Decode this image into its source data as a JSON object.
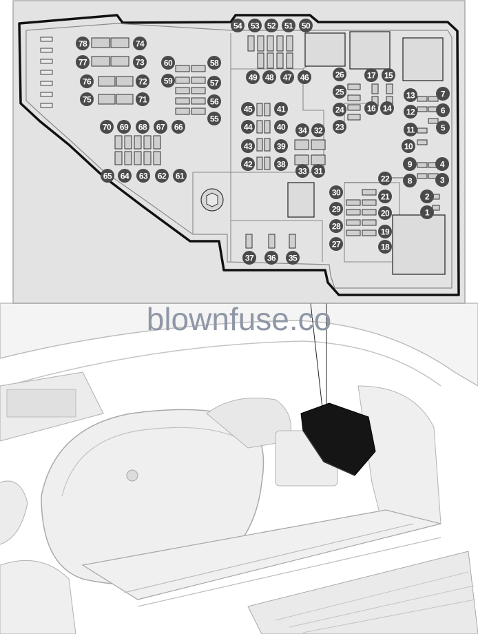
{
  "watermark": "blownfuse.co",
  "colors": {
    "panel_bg": "#e3e3e3",
    "badge_fill": "#4a4a4a",
    "outline": "#111111",
    "fuse_fill": "#c9c9c9",
    "engine_bg": "#f2f2f2",
    "fuse_box_cover": "#141414"
  },
  "fuse_numbers": [
    "1",
    "2",
    "3",
    "4",
    "5",
    "6",
    "7",
    "8",
    "9",
    "10",
    "11",
    "12",
    "13",
    "14",
    "15",
    "16",
    "17",
    "18",
    "19",
    "20",
    "21",
    "22",
    "23",
    "24",
    "25",
    "26",
    "27",
    "28",
    "29",
    "30",
    "31",
    "32",
    "33",
    "34",
    "35",
    "36",
    "37",
    "38",
    "39",
    "40",
    "41",
    "42",
    "43",
    "44",
    "45",
    "46",
    "47",
    "48",
    "49",
    "50",
    "51",
    "52",
    "53",
    "54",
    "55",
    "56",
    "57",
    "58",
    "59",
    "60",
    "61",
    "62",
    "63",
    "64",
    "65",
    "66",
    "67",
    "68",
    "69",
    "70",
    "71",
    "72",
    "73",
    "74",
    "75",
    "76",
    "77",
    "78"
  ]
}
